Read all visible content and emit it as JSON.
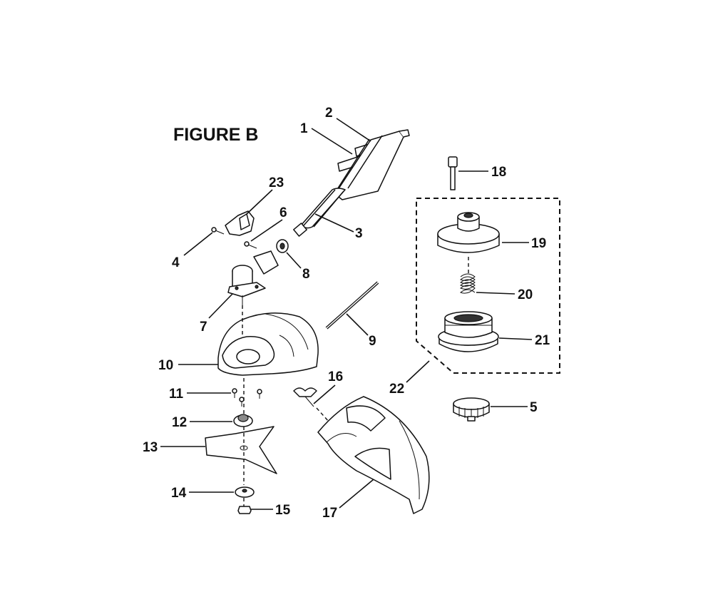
{
  "figure": {
    "title": "FIGURE B",
    "callouts": [
      "1",
      "2",
      "3",
      "4",
      "5",
      "6",
      "7",
      "8",
      "9",
      "10",
      "11",
      "12",
      "13",
      "14",
      "15",
      "16",
      "17",
      "18",
      "19",
      "20",
      "21",
      "22",
      "23"
    ]
  },
  "colors": {
    "ink": "#111111",
    "background": "#ffffff",
    "shade": "#8a8a8a"
  }
}
